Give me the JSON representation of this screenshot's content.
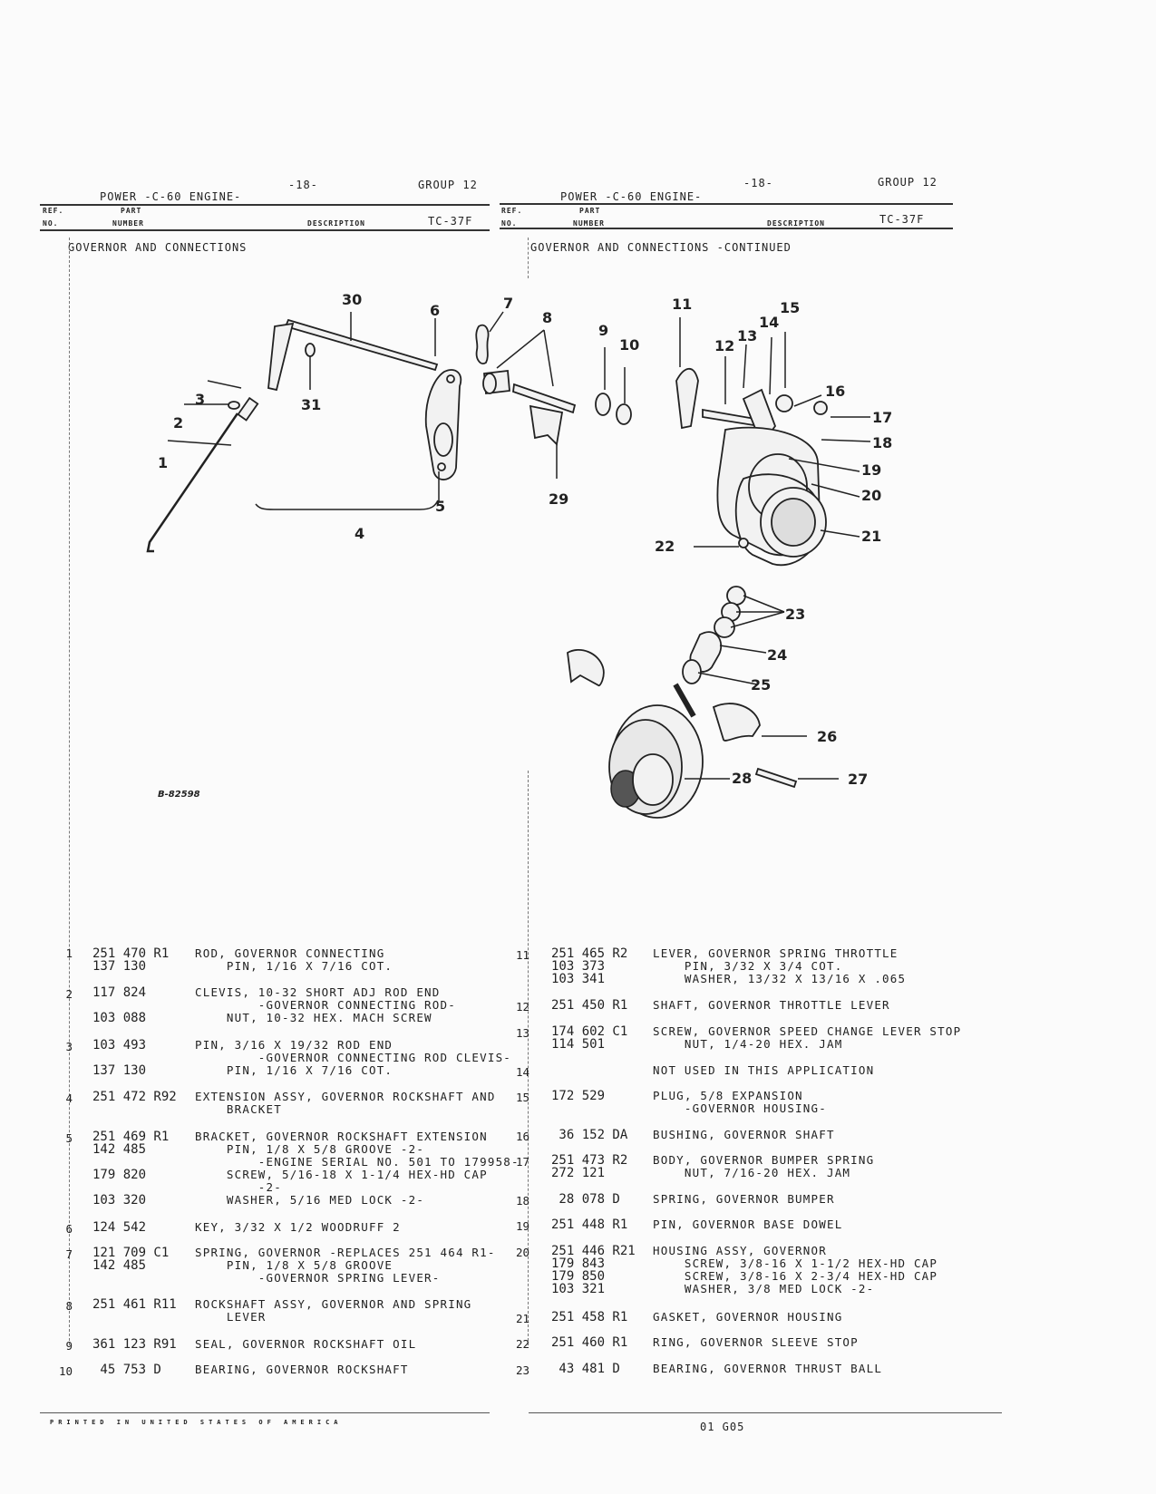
{
  "left_header": {
    "page": "-18-",
    "group": "GROUP 12",
    "engine": "POWER -C-60 ENGINE-",
    "ref_no_1": "REF.",
    "ref_no_2": "NO.",
    "part_number_1": "PART",
    "part_number_2": "NUMBER",
    "description": "DESCRIPTION",
    "code": "TC-37F",
    "section": "GOVERNOR AND CONNECTIONS"
  },
  "right_header": {
    "page": "-18-",
    "group": "GROUP 12",
    "engine": "POWER -C-60 ENGINE-",
    "ref_no_1": "REF.",
    "ref_no_2": "NO.",
    "part_number_1": "PART",
    "part_number_2": "NUMBER",
    "description": "DESCRIPTION",
    "code": "TC-37F",
    "section": "GOVERNOR AND CONNECTIONS   -CONTINUED"
  },
  "diagram": {
    "id": "B-82598",
    "callouts": [
      "1",
      "2",
      "3",
      "4",
      "5",
      "6",
      "7",
      "8",
      "9",
      "10",
      "11",
      "12",
      "13",
      "14",
      "15",
      "16",
      "17",
      "18",
      "19",
      "20",
      "21",
      "22",
      "23",
      "24",
      "25",
      "26",
      "27",
      "28",
      "29",
      "30",
      "31"
    ]
  },
  "left_parts": [
    {
      "ref": "1",
      "numbers": "251 470 R1\n137 130",
      "description": "ROD, GOVERNOR CONNECTING\n    PIN, 1/16 X 7/16 COT."
    },
    {
      "ref": "2",
      "numbers": "117 824\n\n103 088",
      "description": "CLEVIS, 10-32 SHORT ADJ ROD END\n        -GOVERNOR CONNECTING ROD-\n    NUT, 10-32 HEX. MACH SCREW"
    },
    {
      "ref": "3",
      "numbers": "103 493\n\n137 130",
      "description": "PIN, 3/16 X 19/32 ROD END\n        -GOVERNOR CONNECTING ROD CLEVIS-\n    PIN, 1/16 X 7/16 COT."
    },
    {
      "ref": "4",
      "numbers": "251 472 R92",
      "description": "EXTENSION ASSY, GOVERNOR ROCKSHAFT AND\n    BRACKET"
    },
    {
      "ref": "5",
      "numbers": "251 469 R1\n142 485\n\n179 820\n\n103 320",
      "description": "BRACKET, GOVERNOR ROCKSHAFT EXTENSION\n    PIN, 1/8 X 5/8 GROOVE -2-\n        -ENGINE SERIAL NO. 501 TO 179958-\n    SCREW, 5/16-18 X 1-1/4 HEX-HD CAP\n        -2-\n    WASHER, 5/16 MED LOCK -2-"
    },
    {
      "ref": "6",
      "numbers": "124 542",
      "description": "KEY, 3/32 X 1/2 WOODRUFF 2"
    },
    {
      "ref": "7",
      "numbers": "121 709 C1\n142 485",
      "description": "SPRING, GOVERNOR -REPLACES 251 464 R1-\n    PIN, 1/8 X 5/8 GROOVE\n        -GOVERNOR SPRING LEVER-"
    },
    {
      "ref": "8",
      "numbers": "251 461 R11",
      "description": "ROCKSHAFT ASSY, GOVERNOR AND SPRING\n    LEVER"
    },
    {
      "ref": "9",
      "numbers": "361 123 R91",
      "description": "SEAL, GOVERNOR ROCKSHAFT OIL"
    },
    {
      "ref": "10",
      "numbers": " 45 753 D",
      "description": "BEARING, GOVERNOR ROCKSHAFT"
    }
  ],
  "right_parts": [
    {
      "ref": "11",
      "numbers": "251 465 R2\n103 373\n103 341",
      "description": "LEVER, GOVERNOR SPRING THROTTLE\n    PIN, 3/32 X 3/4 COT.\n    WASHER, 13/32 X 13/16 X .065"
    },
    {
      "ref": "12",
      "numbers": "251 450 R1",
      "description": "SHAFT, GOVERNOR THROTTLE LEVER"
    },
    {
      "ref": "13",
      "numbers": "174 602 C1\n114 501",
      "description": "SCREW, GOVERNOR SPEED CHANGE LEVER STOP\n    NUT, 1/4-20 HEX. JAM"
    },
    {
      "ref": "14",
      "numbers": "",
      "description": "NOT USED IN THIS APPLICATION"
    },
    {
      "ref": "15",
      "numbers": "172 529",
      "description": "PLUG, 5/8 EXPANSION\n    -GOVERNOR HOUSING-"
    },
    {
      "ref": "16",
      "numbers": " 36 152 DA",
      "description": "BUSHING, GOVERNOR SHAFT"
    },
    {
      "ref": "17",
      "numbers": "251 473 R2\n272 121",
      "description": "BODY, GOVERNOR BUMPER SPRING\n    NUT, 7/16-20 HEX. JAM"
    },
    {
      "ref": "18",
      "numbers": " 28 078 D",
      "description": "SPRING, GOVERNOR BUMPER"
    },
    {
      "ref": "19",
      "numbers": "251 448 R1",
      "description": "PIN, GOVERNOR BASE DOWEL"
    },
    {
      "ref": "20",
      "numbers": "251 446 R21\n179 843\n179 850\n103 321",
      "description": "HOUSING ASSY, GOVERNOR\n    SCREW, 3/8-16 X 1-1/2 HEX-HD CAP\n    SCREW, 3/8-16 X 2-3/4 HEX-HD CAP\n    WASHER, 3/8 MED LOCK -2-"
    },
    {
      "ref": "21",
      "numbers": "251 458 R1",
      "description": "GASKET, GOVERNOR HOUSING"
    },
    {
      "ref": "22",
      "numbers": "251 460 R1",
      "description": "RING, GOVERNOR SLEEVE STOP"
    },
    {
      "ref": "23",
      "numbers": " 43 481 D",
      "description": "BEARING, GOVERNOR THRUST BALL"
    }
  ],
  "footer": {
    "printed": "PRINTED IN UNITED STATES OF AMERICA",
    "code": "01 G05"
  }
}
